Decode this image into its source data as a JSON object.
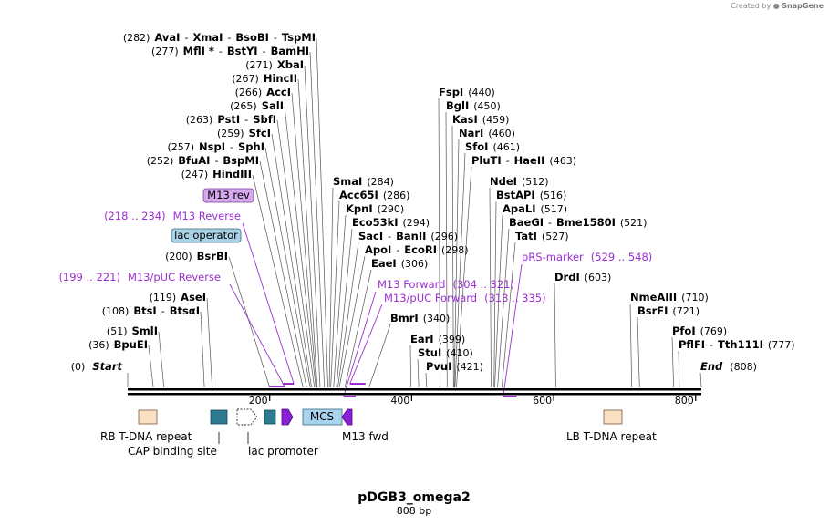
{
  "credit": {
    "prefix": "Created by",
    "brand": "SnapGene"
  },
  "title": "pDGB3_omega2",
  "subtitle": "808 bp",
  "sequence_length": 808,
  "axis_ticks": [
    "200",
    "400",
    "600",
    "800"
  ],
  "ends": [
    {
      "pos": "(0)",
      "name": "Start",
      "bp": 0
    },
    {
      "name": "End",
      "pos": "(808)",
      "bp": 808
    }
  ],
  "sites_left": [
    {
      "parts": [
        "(282)",
        "AvaI",
        "-",
        "XmaI",
        "-",
        "BsoBI",
        "-",
        "TspMI"
      ],
      "bp": 282
    },
    {
      "parts": [
        "(277)",
        "MflI *",
        "-",
        "BstYI",
        "-",
        "BamHI"
      ],
      "bp": 277
    },
    {
      "parts": [
        "(271)",
        "XbaI"
      ],
      "bp": 271
    },
    {
      "parts": [
        "(267)",
        "HincII"
      ],
      "bp": 267
    },
    {
      "parts": [
        "(266)",
        "AccI"
      ],
      "bp": 266
    },
    {
      "parts": [
        "(265)",
        "SalI"
      ],
      "bp": 265
    },
    {
      "parts": [
        "(263)",
        "PstI",
        "-",
        "SbfI"
      ],
      "bp": 263
    },
    {
      "parts": [
        "(259)",
        "SfcI"
      ],
      "bp": 259
    },
    {
      "parts": [
        "(257)",
        "NspI",
        "-",
        "SphI"
      ],
      "bp": 257
    },
    {
      "parts": [
        "(252)",
        "BfuAI",
        "-",
        "BspMI"
      ],
      "bp": 252
    },
    {
      "parts": [
        "(247)",
        "HindIII"
      ],
      "bp": 247
    },
    {
      "parts": [
        "(200)",
        "BsrBI"
      ],
      "bp": 200
    },
    {
      "parts": [
        "(119)",
        "AseI"
      ],
      "bp": 119
    },
    {
      "parts": [
        "(108)",
        "BtsI",
        "-",
        "BtsαI"
      ],
      "bp": 108
    },
    {
      "parts": [
        "(51)",
        "SmlI"
      ],
      "bp": 51
    },
    {
      "parts": [
        "(36)",
        "BpuEI"
      ],
      "bp": 36
    }
  ],
  "sites_mid": [
    {
      "parts": [
        "SmaI",
        "(284)"
      ],
      "bp": 284
    },
    {
      "parts": [
        "Acc65I",
        "(286)"
      ],
      "bp": 286
    },
    {
      "parts": [
        "KpnI",
        "(290)"
      ],
      "bp": 290
    },
    {
      "parts": [
        "Eco53kI",
        "(294)"
      ],
      "bp": 294
    },
    {
      "parts": [
        "SacI",
        "-",
        "BanII",
        "(296)"
      ],
      "bp": 296
    },
    {
      "parts": [
        "ApoI",
        "-",
        "EcoRI",
        "(298)"
      ],
      "bp": 298
    },
    {
      "parts": [
        "EaeI",
        "(306)"
      ],
      "bp": 306
    },
    {
      "parts": [
        "BmrI",
        "(340)"
      ],
      "bp": 340
    },
    {
      "parts": [
        "EarI",
        "(399)"
      ],
      "bp": 399
    },
    {
      "parts": [
        "StuI",
        "(410)"
      ],
      "bp": 410
    },
    {
      "parts": [
        "PvuI",
        "(421)"
      ],
      "bp": 421
    }
  ],
  "sites_right": [
    {
      "parts": [
        "FspI",
        "(440)"
      ],
      "bp": 440
    },
    {
      "parts": [
        "BglI",
        "(450)"
      ],
      "bp": 450
    },
    {
      "parts": [
        "KasI",
        "(459)"
      ],
      "bp": 459
    },
    {
      "parts": [
        "NarI",
        "(460)"
      ],
      "bp": 460
    },
    {
      "parts": [
        "SfoI",
        "(461)"
      ],
      "bp": 461
    },
    {
      "parts": [
        "PluTI",
        "-",
        "HaeII",
        "(463)"
      ],
      "bp": 463
    },
    {
      "parts": [
        "NdeI",
        "(512)"
      ],
      "bp": 512
    },
    {
      "parts": [
        "BstAPI",
        "(516)"
      ],
      "bp": 516
    },
    {
      "parts": [
        "ApaLI",
        "(517)"
      ],
      "bp": 517
    },
    {
      "parts": [
        "BaeGI",
        "-",
        "Bme1580I",
        "(521)"
      ],
      "bp": 521
    },
    {
      "parts": [
        "TatI",
        "(527)"
      ],
      "bp": 527
    },
    {
      "parts": [
        "DrdI",
        "(603)"
      ],
      "bp": 603
    },
    {
      "parts": [
        "NmeAIII",
        "(710)"
      ],
      "bp": 710
    },
    {
      "parts": [
        "BsrFI",
        "(721)"
      ],
      "bp": 721
    },
    {
      "parts": [
        "PfoI",
        "(769)"
      ],
      "bp": 769
    },
    {
      "parts": [
        "PflFI",
        "-",
        "Tth111I",
        "(777)"
      ],
      "bp": 777
    }
  ],
  "primers": [
    {
      "range": "(218 .. 234)",
      "name": "M13 Reverse"
    },
    {
      "range": "(199 .. 221)",
      "name": "M13/pUC Reverse"
    },
    {
      "name": "M13 Forward",
      "range": "(304 .. 321)"
    },
    {
      "name": "M13/pUC Forward",
      "range": "(313 .. 335)"
    },
    {
      "name": "pRS-marker",
      "range": "(529 .. 548)"
    }
  ],
  "boxed_labels": [
    {
      "text": "M13 rev",
      "color": "#d6a8ee",
      "border": "#7a3a9a"
    },
    {
      "text": "lac operator",
      "color": "#a9d2e4",
      "border": "#3a6a80"
    }
  ],
  "feature_labels": [
    "RB T-DNA repeat",
    "CAP binding site",
    "lac promoter",
    "M13 fwd",
    "LB T-DNA repeat"
  ],
  "mcs_label": "MCS",
  "colors": {
    "t_dna": "#fbe0c4",
    "teal": "#2c7b91",
    "purple": "#8a1fd6",
    "mcs": "#a9d2ef",
    "primer": "#9b2fd1"
  }
}
